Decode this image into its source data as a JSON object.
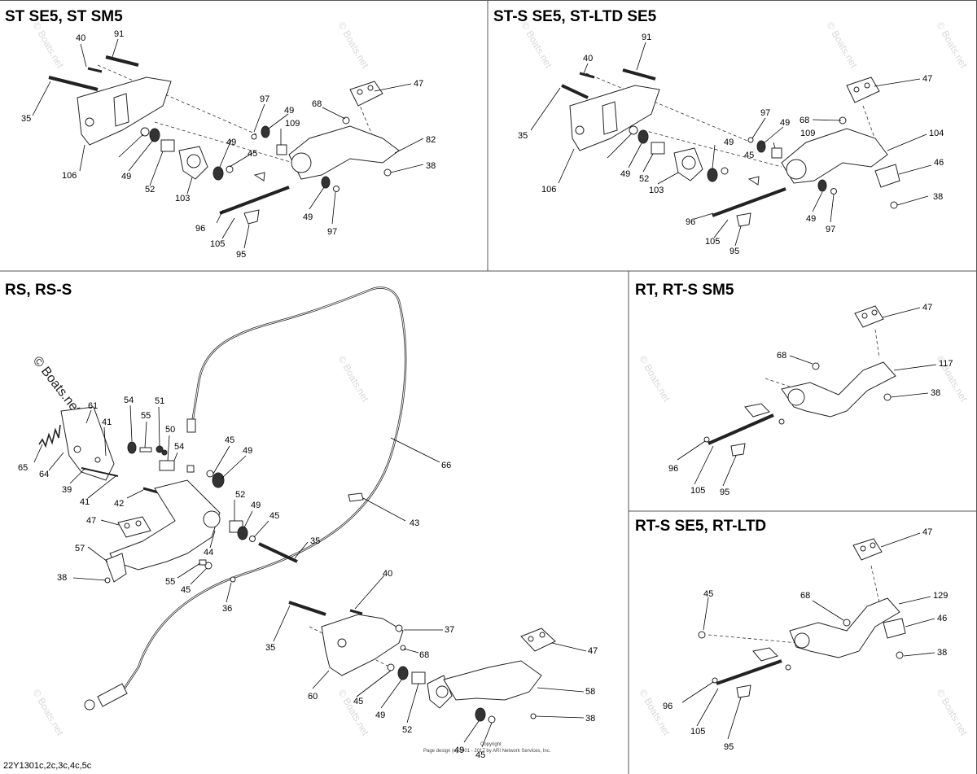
{
  "panels": {
    "st": {
      "title": "ST SE5, ST SM5",
      "callouts": [
        "40",
        "91",
        "35",
        "97",
        "49",
        "68",
        "47",
        "109",
        "82",
        "45",
        "49",
        "38",
        "106",
        "49",
        "52",
        "103",
        "96",
        "105",
        "95",
        "49",
        "97"
      ]
    },
    "sts": {
      "title": "ST-S SE5, ST-LTD SE5",
      "callouts": [
        "40",
        "91",
        "47",
        "35",
        "97",
        "68",
        "49",
        "109",
        "104",
        "45",
        "49",
        "46",
        "106",
        "49",
        "52",
        "103",
        "38",
        "96",
        "105",
        "95",
        "49",
        "97"
      ]
    },
    "rs": {
      "title": "RS, RS-S",
      "callouts": [
        "61",
        "54",
        "51",
        "55",
        "50",
        "41",
        "54",
        "45",
        "49",
        "66",
        "65",
        "64",
        "39",
        "41",
        "42",
        "52",
        "49",
        "45",
        "47",
        "43",
        "57",
        "44",
        "35",
        "38",
        "55",
        "45",
        "36",
        "40",
        "37",
        "35",
        "68",
        "47",
        "60",
        "45",
        "49",
        "52",
        "58",
        "38",
        "49",
        "45"
      ]
    },
    "rt": {
      "title": "RT, RT-S SM5",
      "callouts": [
        "47",
        "68",
        "117",
        "38",
        "96",
        "105",
        "95"
      ]
    },
    "rtse": {
      "title": "RT-S SE5, RT-LTD",
      "callouts": [
        "47",
        "45",
        "68",
        "129",
        "46",
        "38",
        "96",
        "105",
        "95"
      ]
    }
  },
  "watermark": "© Boats.net",
  "logo_text": "© Boats.net",
  "footer": "22Y1301c,2c,3c,4c,5c",
  "copyright_line1": "Copyright",
  "copyright_line2": "Page design (c) 2001 - 2017 by ARI Network Services, Inc."
}
